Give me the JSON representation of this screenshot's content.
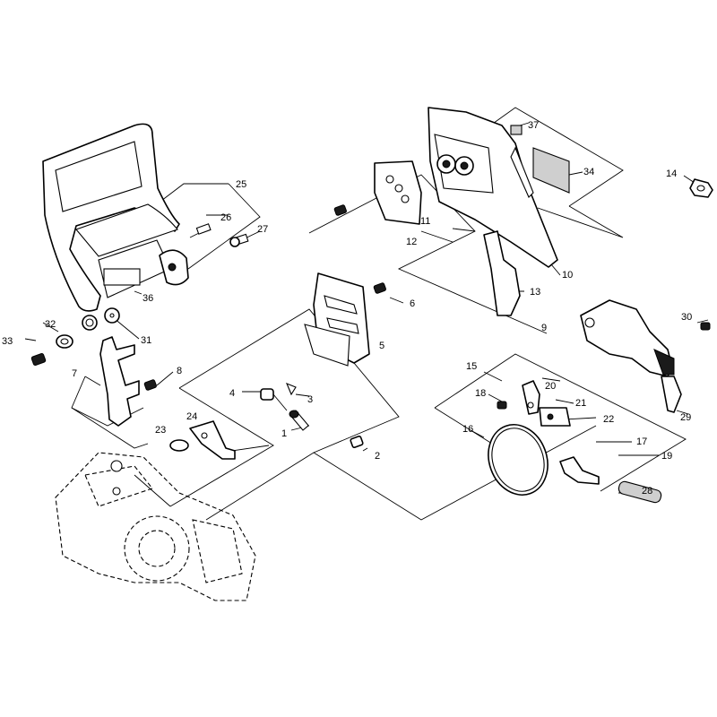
{
  "callouts": [
    {
      "id": "c1",
      "text": "1"
    },
    {
      "id": "c2",
      "text": "2"
    },
    {
      "id": "c3",
      "text": "3"
    },
    {
      "id": "c4",
      "text": "4"
    },
    {
      "id": "c5",
      "text": "5"
    },
    {
      "id": "c6",
      "text": "6"
    },
    {
      "id": "c7",
      "text": "7"
    },
    {
      "id": "c8",
      "text": "8"
    },
    {
      "id": "c9",
      "text": "9"
    },
    {
      "id": "c10",
      "text": "10"
    },
    {
      "id": "c11",
      "text": "11"
    },
    {
      "id": "c12",
      "text": "12"
    },
    {
      "id": "c13",
      "text": "13"
    },
    {
      "id": "c14",
      "text": "14"
    },
    {
      "id": "c15",
      "text": "15"
    },
    {
      "id": "c16",
      "text": "16"
    },
    {
      "id": "c17",
      "text": "17"
    },
    {
      "id": "c18",
      "text": "18"
    },
    {
      "id": "c19",
      "text": "19"
    },
    {
      "id": "c20",
      "text": "20"
    },
    {
      "id": "c21",
      "text": "21"
    },
    {
      "id": "c22",
      "text": "22"
    },
    {
      "id": "c23",
      "text": "23"
    },
    {
      "id": "c24",
      "text": "24"
    },
    {
      "id": "c25",
      "text": "25"
    },
    {
      "id": "c26",
      "text": "26"
    },
    {
      "id": "c27",
      "text": "27"
    },
    {
      "id": "c28",
      "text": "28"
    },
    {
      "id": "c29",
      "text": "29"
    },
    {
      "id": "c30",
      "text": "30"
    },
    {
      "id": "c31",
      "text": "31"
    },
    {
      "id": "c32",
      "text": "32"
    },
    {
      "id": "c33",
      "text": "33"
    },
    {
      "id": "c34",
      "text": "34"
    },
    {
      "id": "c36",
      "text": "36"
    },
    {
      "id": "c37",
      "text": "37"
    }
  ]
}
